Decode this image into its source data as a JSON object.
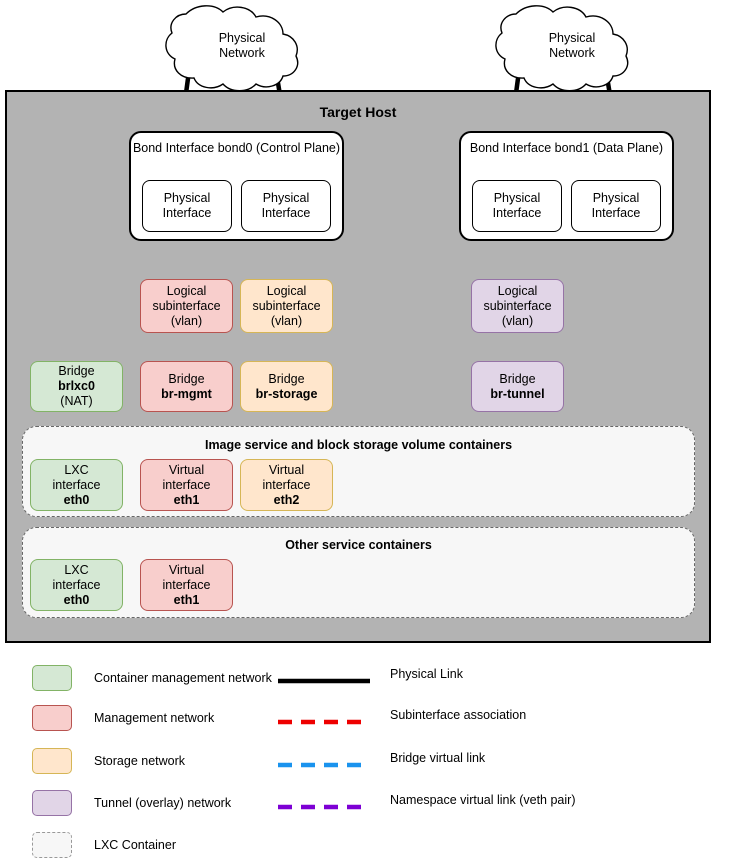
{
  "diagram": {
    "title": "Target Host",
    "clouds": [
      {
        "id": "cloud-left",
        "line1": "Physical",
        "line2": "Network"
      },
      {
        "id": "cloud-right",
        "line1": "Physical",
        "line2": "Network"
      }
    ],
    "bonds": [
      {
        "id": "bond0",
        "line1": "Bond Interface",
        "line2": "bond0",
        "line3": "(Control Plane)",
        "physical_interfaces": [
          {
            "line1": "Physical",
            "line2": "Interface"
          },
          {
            "line1": "Physical",
            "line2": "Interface"
          }
        ]
      },
      {
        "id": "bond1",
        "line1": "Bond Interface",
        "line2": "bond1",
        "line3": "(Data Plane)",
        "physical_interfaces": [
          {
            "line1": "Physical",
            "line2": "Interface"
          },
          {
            "line1": "Physical",
            "line2": "Interface"
          }
        ]
      }
    ],
    "subinterfaces": [
      {
        "id": "vlan-mgmt",
        "line1": "Logical",
        "line2": "subinterface",
        "line3": "(vlan)",
        "network": "management"
      },
      {
        "id": "vlan-storage",
        "line1": "Logical",
        "line2": "subinterface",
        "line3": "(vlan)",
        "network": "storage"
      },
      {
        "id": "vlan-tunnel",
        "line1": "Logical",
        "line2": "subinterface",
        "line3": "(vlan)",
        "network": "tunnel"
      }
    ],
    "bridges": [
      {
        "id": "brlxc0",
        "line1": "Bridge",
        "line2": "brlxc0",
        "line3": "(NAT)",
        "network": "container-management"
      },
      {
        "id": "br-mgmt",
        "line1": "Bridge",
        "line2": "br-mgmt",
        "line3": "",
        "network": "management"
      },
      {
        "id": "br-storage",
        "line1": "Bridge",
        "line2": "br-storage",
        "line3": "",
        "network": "storage"
      },
      {
        "id": "br-tunnel",
        "line1": "Bridge",
        "line2": "br-tunnel",
        "line3": "",
        "network": "tunnel"
      }
    ],
    "container_groups": [
      {
        "id": "image-block-storage",
        "title": "Image service and block storage volume containers",
        "interfaces": [
          {
            "id": "eth0-img",
            "line1": "LXC",
            "line2": "interface",
            "line3": "eth0",
            "network": "container-management"
          },
          {
            "id": "eth1-img",
            "line1": "Virtual",
            "line2": "interface",
            "line3": "eth1",
            "network": "management"
          },
          {
            "id": "eth2-img",
            "line1": "Virtual",
            "line2": "interface",
            "line3": "eth2",
            "network": "storage"
          }
        ]
      },
      {
        "id": "other-services",
        "title": "Other service containers",
        "interfaces": [
          {
            "id": "eth0-other",
            "line1": "LXC",
            "line2": "interface",
            "line3": "eth0",
            "network": "container-management"
          },
          {
            "id": "eth1-other",
            "line1": "Virtual",
            "line2": "interface",
            "line3": "eth1",
            "network": "management"
          }
        ]
      }
    ]
  },
  "legend": {
    "networks": [
      {
        "id": "container-management",
        "label": "Container management network",
        "fill": "#d5e8d4",
        "stroke": "#82b366"
      },
      {
        "id": "management",
        "label": "Management network",
        "fill": "#f8cecc",
        "stroke": "#b85450"
      },
      {
        "id": "storage",
        "label": "Storage network",
        "fill": "#ffe6cc",
        "stroke": "#d6b656"
      },
      {
        "id": "tunnel",
        "label": "Tunnel (overlay) network",
        "fill": "#e1d5e7",
        "stroke": "#9673a6"
      },
      {
        "id": "lxc-container",
        "label": "LXC Container",
        "fill": "#f7f7f7",
        "stroke": "#999999"
      }
    ],
    "links": [
      {
        "id": "physical-link",
        "label": "Physical Link",
        "color": "#000000",
        "style": "solid"
      },
      {
        "id": "subinterface-association",
        "label": "Subinterface association",
        "color": "#ee0000",
        "style": "dashed"
      },
      {
        "id": "bridge-virtual-link",
        "label": "Bridge virtual link",
        "color": "#1a93ee",
        "style": "dashed"
      },
      {
        "id": "namespace-virtual-link",
        "label": "Namespace virtual link (veth pair)",
        "color": "#7d00d4",
        "style": "dashed"
      }
    ]
  }
}
